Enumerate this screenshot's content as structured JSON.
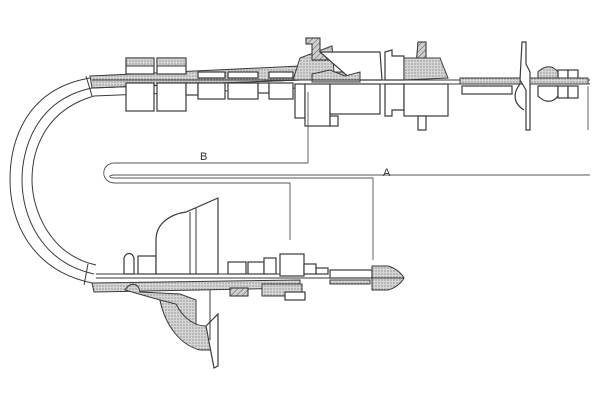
{
  "diagram": {
    "type": "technical cable assembly drawing",
    "labels": {
      "a": "A",
      "b": "B"
    },
    "colors": {
      "line": "#3a3a3a",
      "background": "#ffffff",
      "shading": "#9a9a9a"
    }
  }
}
